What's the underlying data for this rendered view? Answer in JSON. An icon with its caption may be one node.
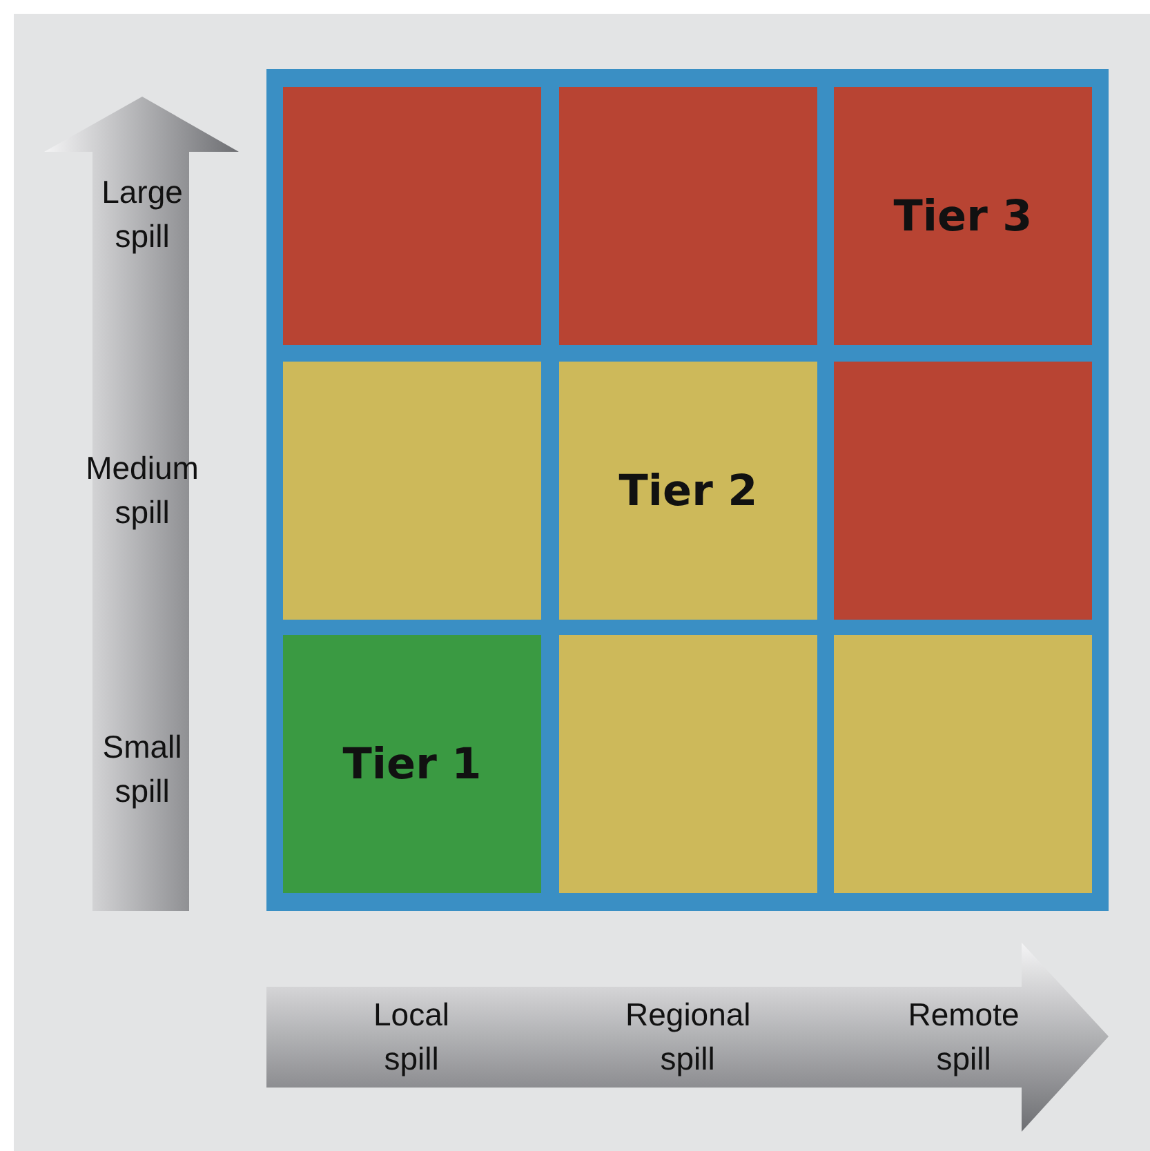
{
  "diagram": {
    "nodes": [
      {
        "text": [],
        "shape": "box"
      },
      {
        "text": [],
        "shape": "box",
        "in": 0
      },
      {
        "text": [],
        "shape": "box",
        "in": 0
      },
      {
        "text": [
          "Tier 3"
        ],
        "in": 0
      },
      {
        "text": [],
        "shape": "box",
        "in": 0
      },
      {
        "text": [
          "Tier 2"
        ],
        "in": 0
      },
      {
        "text": [],
        "shape": "box",
        "in": 0
      },
      {
        "text": [
          "Tier 1"
        ],
        "in": 0
      },
      {
        "text": [],
        "shape": "box",
        "in": 0
      },
      {
        "text": [],
        "shape": "box",
        "in": 0
      }
    ],
    "edges": [],
    "labels": [
      "Large spill",
      "Medium spill",
      "Small spill",
      "Local spill",
      "Regional spill",
      "Remote spill"
    ]
  }
}
